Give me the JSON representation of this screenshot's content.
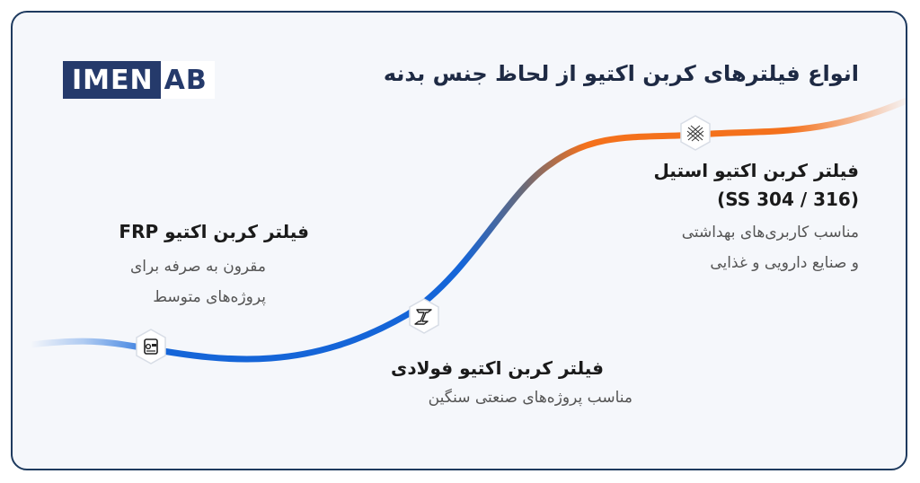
{
  "logo": {
    "part1": "IMEN",
    "part2": "AB"
  },
  "title": "انواع فیلترهای کربن اکتیو از لحاظ جنس بدنه",
  "items": [
    {
      "icon": "frp-tank-icon",
      "title": "فیلتر کربن اکتیو FRP",
      "desc_lines": [
        "مقرون به صرفه برای",
        "پروژه‌های متوسط"
      ]
    },
    {
      "icon": "steel-beam-icon",
      "title": "فیلتر کربن اکتیو فولادی",
      "desc_lines": [
        "مناسب پروژه‌های صنعتی سنگین"
      ]
    },
    {
      "icon": "mesh-icon",
      "title_lines": [
        "فیلتر کربن اکتیو استیل",
        "(SS 304 / 316)"
      ],
      "desc_lines": [
        "مناسب کاربری‌های بهداشتی",
        "و صنایع دارویی و غذایی"
      ]
    }
  ],
  "colors": {
    "blue": "#1565d8",
    "orange": "#f4711c",
    "navy": "#253a6b"
  }
}
